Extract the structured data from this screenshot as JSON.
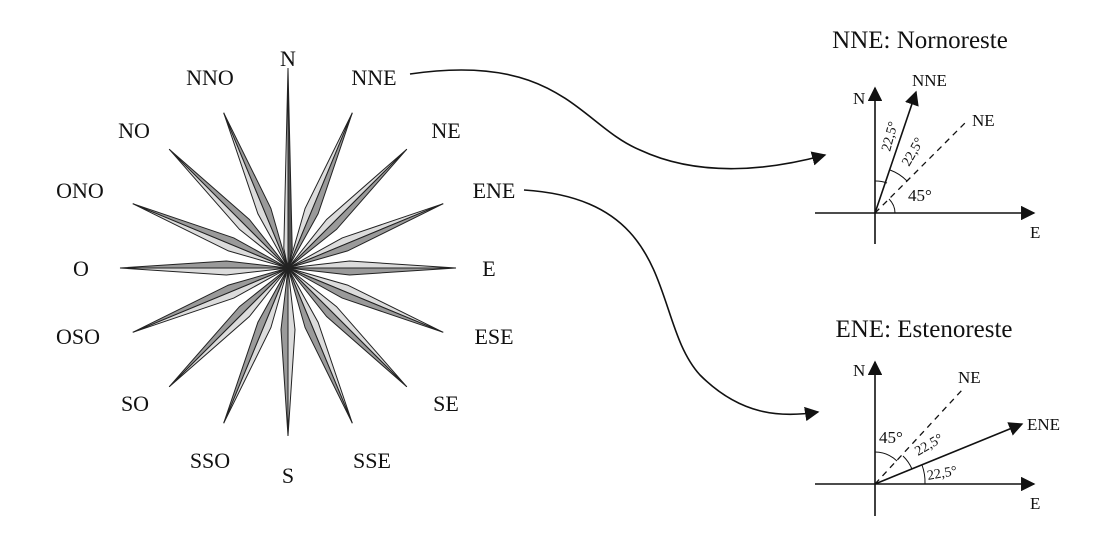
{
  "rose": {
    "points": {
      "n": "N",
      "nne": "NNE",
      "ne": "NE",
      "ene": "ENE",
      "e": "E",
      "ese": "ESE",
      "se": "SE",
      "sse": "SSE",
      "s": "S",
      "sso": "SSO",
      "so": "SO",
      "oso": "OSO",
      "o": "O",
      "ono": "ONO",
      "no": "NO",
      "nno": "NNO"
    }
  },
  "panel_nne": {
    "title": "NNE: Nornoreste",
    "axis_n": "N",
    "axis_e": "E",
    "vector_label": "NNE",
    "ne_label": "NE",
    "angle_1": "22,5°",
    "angle_2": "22,5°",
    "angle_3": "45°"
  },
  "panel_ene": {
    "title": "ENE: Estenoreste",
    "axis_n": "N",
    "axis_e": "E",
    "vector_label": "ENE",
    "ne_label": "NE",
    "angle_1": "45°",
    "angle_2": "22,5°",
    "angle_3": "22,5°"
  },
  "colors": {
    "ink": "#111111",
    "dark": "#555555",
    "medium": "#9a9a9a",
    "light": "#dcdcdc"
  }
}
